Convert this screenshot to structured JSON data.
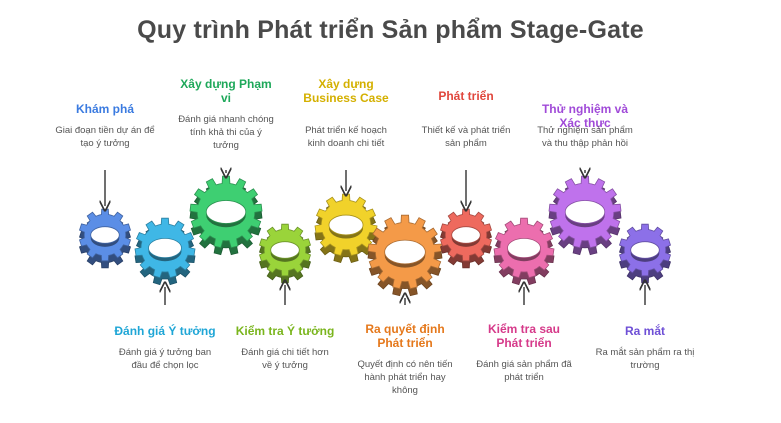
{
  "title": "Quy trình Phát triển Sản phẩm Stage-Gate",
  "stages": [
    {
      "label": "Khám phá",
      "description": "Giai đoạn tiền dự án để tạo ý tưởng",
      "color": "#3b7be0",
      "position": "top",
      "gear_color": "#5b8ee6"
    },
    {
      "label": "Đánh giá Ý tưởng",
      "description": "Đánh giá ý tưởng ban đầu để chọn lọc",
      "color": "#1fa6d6",
      "position": "bottom",
      "gear_color": "#3fb7e6"
    },
    {
      "label": "Xây dựng Phạm vi",
      "description": "Đánh giá nhanh chóng tính khả thi của ý tưởng",
      "color": "#1ea85a",
      "position": "top",
      "gear_color": "#3ecf72"
    },
    {
      "label": "Kiểm tra Ý tưởng",
      "description": "Đánh giá chi tiết hơn về ý tưởng",
      "color": "#7ab51d",
      "position": "bottom",
      "gear_color": "#9ad43a"
    },
    {
      "label": "Xây dựng Business Case",
      "description": "Phát triển kế hoạch kinh doanh chi tiết",
      "color": "#d4b000",
      "position": "top",
      "gear_color": "#f1d22a"
    },
    {
      "label": "Ra quyết định Phát triển",
      "description": "Quyết định có nên tiến hành phát triển hay không",
      "color": "#e5781b",
      "position": "bottom",
      "gear_color": "#f49a48"
    },
    {
      "label": "Phát triển",
      "description": "Thiết kế và phát triển sản phẩm",
      "color": "#e0463c",
      "position": "top",
      "gear_color": "#ee6a5e"
    },
    {
      "label": "Kiểm tra sau Phát triển",
      "description": "Đánh giá sản phẩm đã phát triển",
      "color": "#d63a8a",
      "position": "bottom",
      "gear_color": "#ec6eae"
    },
    {
      "label": "Thử nghiệm và Xác thực",
      "description": "Thử nghiệm sản phẩm và thu thập phản hồi",
      "color": "#a04ad8",
      "position": "top",
      "gear_color": "#bf72ec"
    },
    {
      "label": "Ra mắt",
      "description": "Ra mắt sản phẩm ra thị trường",
      "color": "#6e4fd6",
      "position": "bottom",
      "gear_color": "#8c70e8"
    }
  ]
}
